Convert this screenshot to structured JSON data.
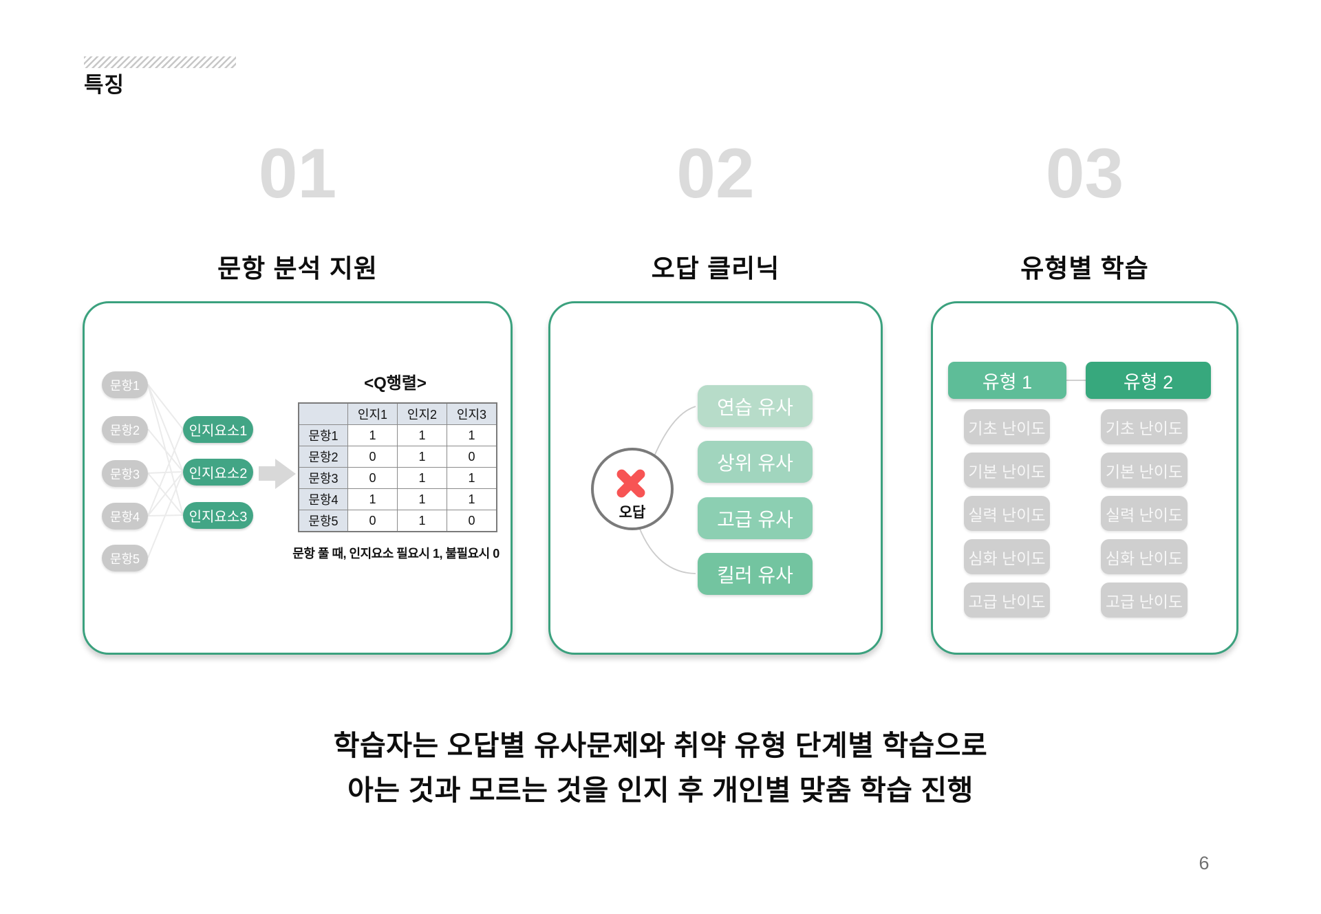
{
  "page": {
    "title": "특징",
    "page_number": "6"
  },
  "sections": [
    {
      "number": "01",
      "title": "문항 분석 지원"
    },
    {
      "number": "02",
      "title": "오답 클리닉"
    },
    {
      "number": "03",
      "title": "유형별 학습"
    }
  ],
  "panel1": {
    "items": [
      "문항1",
      "문항2",
      "문항3",
      "문항4",
      "문항5"
    ],
    "elements": [
      "인지요소1",
      "인지요소2",
      "인지요소3"
    ],
    "table_title": "<Q행렬>",
    "table": {
      "col_headers": [
        "인지1",
        "인지2",
        "인지3"
      ],
      "rows": [
        {
          "label": "문항1",
          "values": [
            "1",
            "1",
            "1"
          ]
        },
        {
          "label": "문항2",
          "values": [
            "0",
            "1",
            "0"
          ]
        },
        {
          "label": "문항3",
          "values": [
            "0",
            "1",
            "1"
          ]
        },
        {
          "label": "문항4",
          "values": [
            "1",
            "1",
            "1"
          ]
        },
        {
          "label": "문항5",
          "values": [
            "0",
            "1",
            "0"
          ]
        }
      ]
    },
    "caption": "문항 풀 때, 인지요소 필요시 1, 불필요시 0"
  },
  "panel2": {
    "circle_label": "오답",
    "buttons": [
      {
        "label": "연습 유사",
        "color": "#b7dcc9"
      },
      {
        "label": "상위 유사",
        "color": "#a1d5be"
      },
      {
        "label": "고급 유사",
        "color": "#8ccfb2"
      },
      {
        "label": "킬러 유사",
        "color": "#73c4a0"
      }
    ]
  },
  "panel3": {
    "types": [
      {
        "label": "유형 1",
        "color": "#5ebd98"
      },
      {
        "label": "유형 2",
        "color": "#37a87d"
      }
    ],
    "levels": [
      "기초 난이도",
      "기본 난이도",
      "실력 난이도",
      "심화 난이도",
      "고급 난이도"
    ]
  },
  "footer": {
    "line1": "학습자는 오답별 유사문제와 취약 유형 단계별 학습으로",
    "line2": "아는 것과 모르는 것을 인지 후 개인별 맞춤 학습 진행"
  },
  "colors": {
    "panel_border_green": "#3ba17e",
    "element_pill_green": "#42a585",
    "item_pill_gray": "#c9c9c9",
    "number_gray": "#dbdbdb",
    "x_red": "#f75454",
    "table_header_bg": "#dde3eb"
  }
}
